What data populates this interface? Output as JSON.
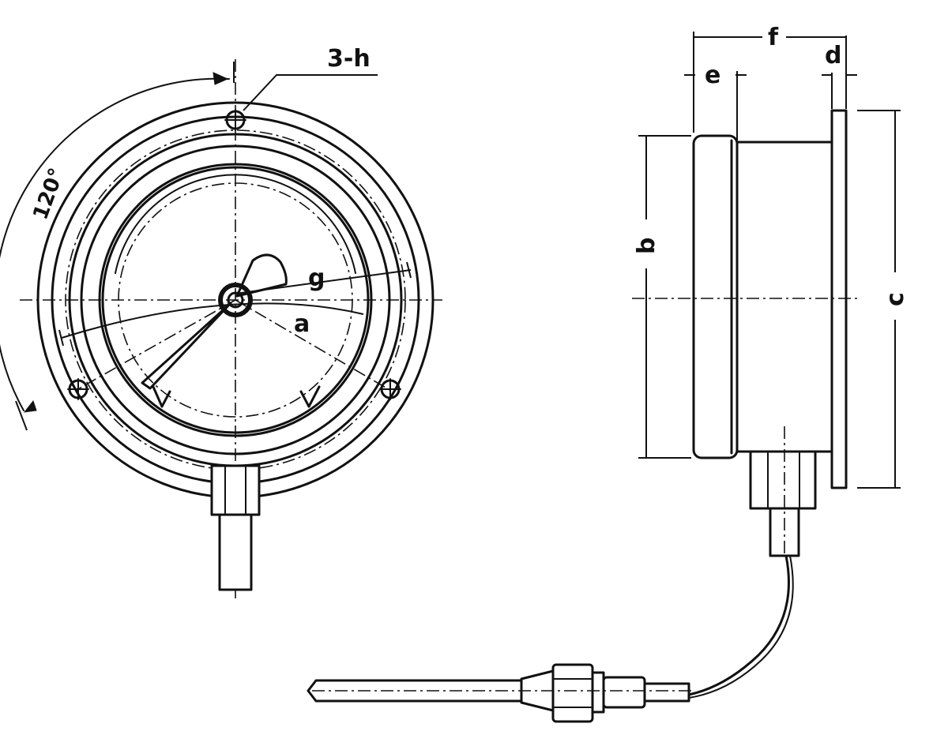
{
  "labels": {
    "holes": "3-h",
    "angle": "120°",
    "g": "g",
    "a": "a",
    "b": "b",
    "c": "c",
    "d": "d",
    "e": "e",
    "f": "f"
  },
  "colors": {
    "ink": "#111111",
    "paper": "#ffffff"
  }
}
